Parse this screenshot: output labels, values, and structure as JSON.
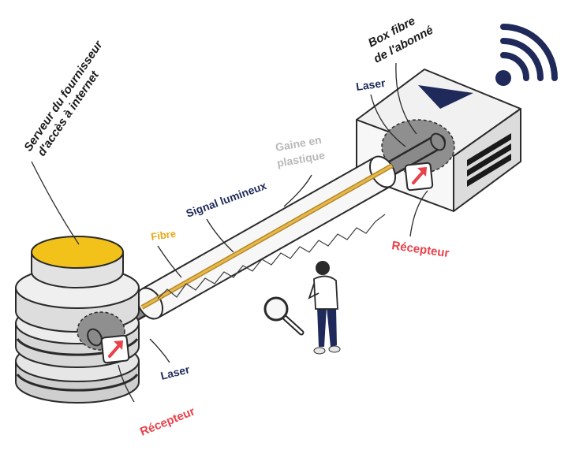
{
  "labels": {
    "server_line1": "Serveur du fournisseur",
    "server_line2": "d'accès à internet",
    "box_line1": "Box fibre",
    "box_line2": "de l'abonné",
    "laser_top": "Laser",
    "laser_bottom": "Laser",
    "sheath_line1": "Gaine en",
    "sheath_line2": "plastique",
    "signal": "Signal lumineux",
    "fiber": "Fibre",
    "receiver_right": "Récepteur",
    "receiver_left": "Récepteur"
  },
  "colors": {
    "navy": "#1f2a5a",
    "red": "#e8424b",
    "gold": "#f2c21b",
    "fiber_label": "#e7a919",
    "gray_label": "#b9b9b9"
  },
  "icons": {
    "wifi": "wifi-icon",
    "magnifier": "magnifier-icon",
    "receiver": "arrow-up-right-icon",
    "person": "person-icon"
  }
}
